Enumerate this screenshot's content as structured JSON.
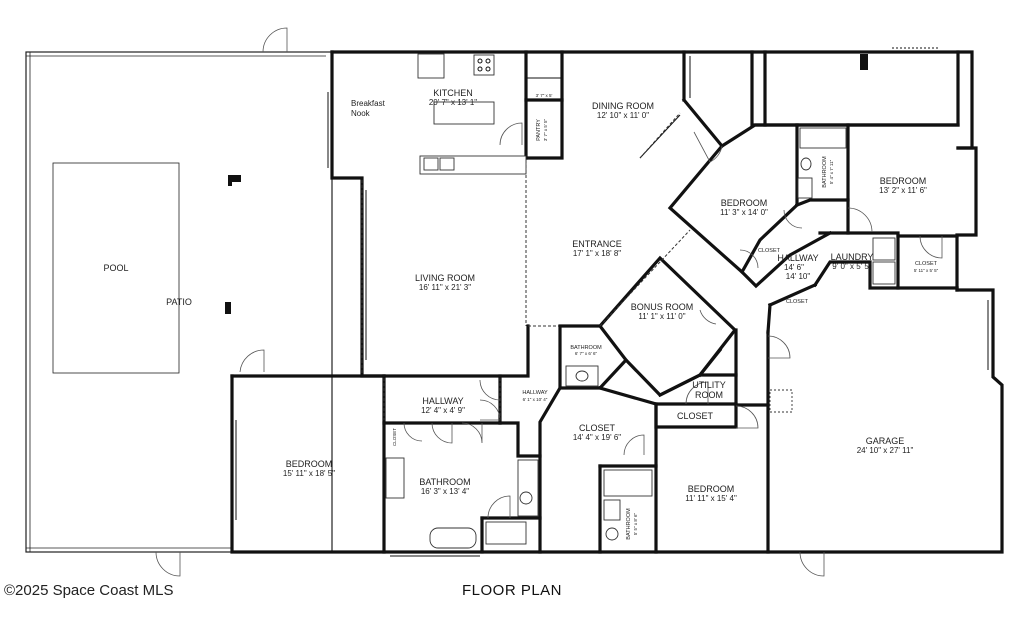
{
  "plan": {
    "caption": "FLOOR PLAN",
    "copyright": "©2025 Space Coast MLS"
  },
  "rooms": {
    "kitchen": {
      "name": "KITCHEN",
      "dim": "20' 7\" x 13' 1\""
    },
    "breakfast_nook": {
      "line1": "Breakfast",
      "line2": "Nook"
    },
    "pantry": {
      "name": "PANTRY",
      "dim": "3' 7\" x 5' 5\""
    },
    "closet_small": {
      "dim": "3' 7\" x 5'"
    },
    "dining_room": {
      "name": "DINING ROOM",
      "dim": "12' 10\" x 11' 0\""
    },
    "living_room": {
      "name": "LIVING ROOM",
      "dim": "16' 11\" x 21' 3\""
    },
    "entrance": {
      "name": "ENTRANCE",
      "dim": "17' 1\" x 18' 8\""
    },
    "pool": {
      "name": "POOL"
    },
    "patio": {
      "name": "PATIO"
    },
    "bedroom_center": {
      "name": "BEDROOM",
      "dim": "11' 3\" x 14' 0\""
    },
    "bathroom_top": {
      "name": "BATHROOM",
      "dim": "5' 4\" x 7' 11\""
    },
    "bedroom_right": {
      "name": "BEDROOM",
      "dim": "13' 2\" x 11' 6\""
    },
    "closet_center": {
      "name": "CLOSET"
    },
    "hallway_right": {
      "name": "HALLWAY",
      "dim1": "14' 6\"",
      "dim2": "14' 10\""
    },
    "laundry": {
      "name": "LAUNDRY",
      "dim": "9' 0\" x 5' 5\""
    },
    "closet_right": {
      "name": "CLOSET",
      "dim": "5' 11\" x 5' 5\""
    },
    "closet_hall": {
      "name": "CLOSET"
    },
    "bonus_room": {
      "name": "BONUS ROOM",
      "dim": "11' 1\" x 11' 0\""
    },
    "bathroom_small": {
      "name": "BATHROOM",
      "dim": "6' 7\" x 6' 6\""
    },
    "hallway_left": {
      "name": "HALLWAY",
      "dim": "12' 4\" x 4' 9\""
    },
    "hallway_mid": {
      "name": "HALLWAY",
      "dim": "6' 1\" x 10' 4\""
    },
    "closet_large": {
      "name": "CLOSET",
      "dim": "14' 4\" x 19' 6\""
    },
    "utility_room": {
      "line1": "UTILITY",
      "line2": "ROOM"
    },
    "closet_utility": {
      "name": "CLOSET"
    },
    "garage": {
      "name": "GARAGE",
      "dim": "24' 10\" x 27' 11\""
    },
    "bedroom_left": {
      "name": "BEDROOM",
      "dim": "15' 11\" x 18' 5\""
    },
    "closet_tiny": {
      "name": "CLOSET"
    },
    "bathroom_main": {
      "name": "BATHROOM",
      "dim": "16' 3\" x 13' 4\""
    },
    "bedroom_bottom": {
      "name": "BEDROOM",
      "dim": "11' 11\" x 15' 4\""
    },
    "bathroom_bottom": {
      "name": "BATHROOM",
      "dim": "5' 5\" x 8' 6\""
    }
  }
}
